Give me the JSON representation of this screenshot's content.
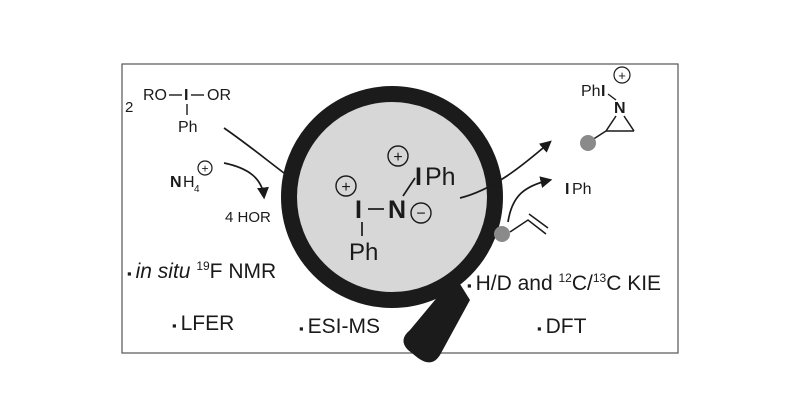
{
  "colors": {
    "iodine": "#a8327e",
    "nitrogen": "#1e86c4",
    "ink": "#1a1a1a",
    "lens_fill": "#d7d7d7",
    "rim": "#1b1b1b",
    "alkene_dot": "#8a8a8a"
  },
  "reagent": {
    "coefficient": "2",
    "ro_left": "RO",
    "iodine": "I",
    "ro_right": "OR",
    "ph": "Ph"
  },
  "ammonium": {
    "n": "N",
    "h4": "H",
    "sub": "4",
    "charge": "+"
  },
  "byproduct": "4 HOR",
  "intermediate": {
    "iodine_left": "I",
    "nitrogen": "N",
    "iodine_right": "I",
    "ph_right": "Ph",
    "ph_bottom": "Ph",
    "plus": "+",
    "minus": "−"
  },
  "product": {
    "ph": "Ph",
    "iodine": "I",
    "nitrogen": "N",
    "charge": "+"
  },
  "iph_release": {
    "iodine": "I",
    "ph": "Ph"
  },
  "icons": {
    "magnifier": "magnifying-glass-icon",
    "alkene": "alkene-icon",
    "aziridine": "aziridine-ring-icon"
  },
  "methods": {
    "nmr": {
      "prefix": "in situ ",
      "iso": "19",
      "rest": "F NMR"
    },
    "lfer": "LFER",
    "esims": "ESI-MS",
    "kie": {
      "a": "H/D and ",
      "iso1": "12",
      "b": "C/",
      "iso2": "13",
      "c": "C KIE"
    },
    "dft": "DFT",
    "bullet": "▪"
  }
}
